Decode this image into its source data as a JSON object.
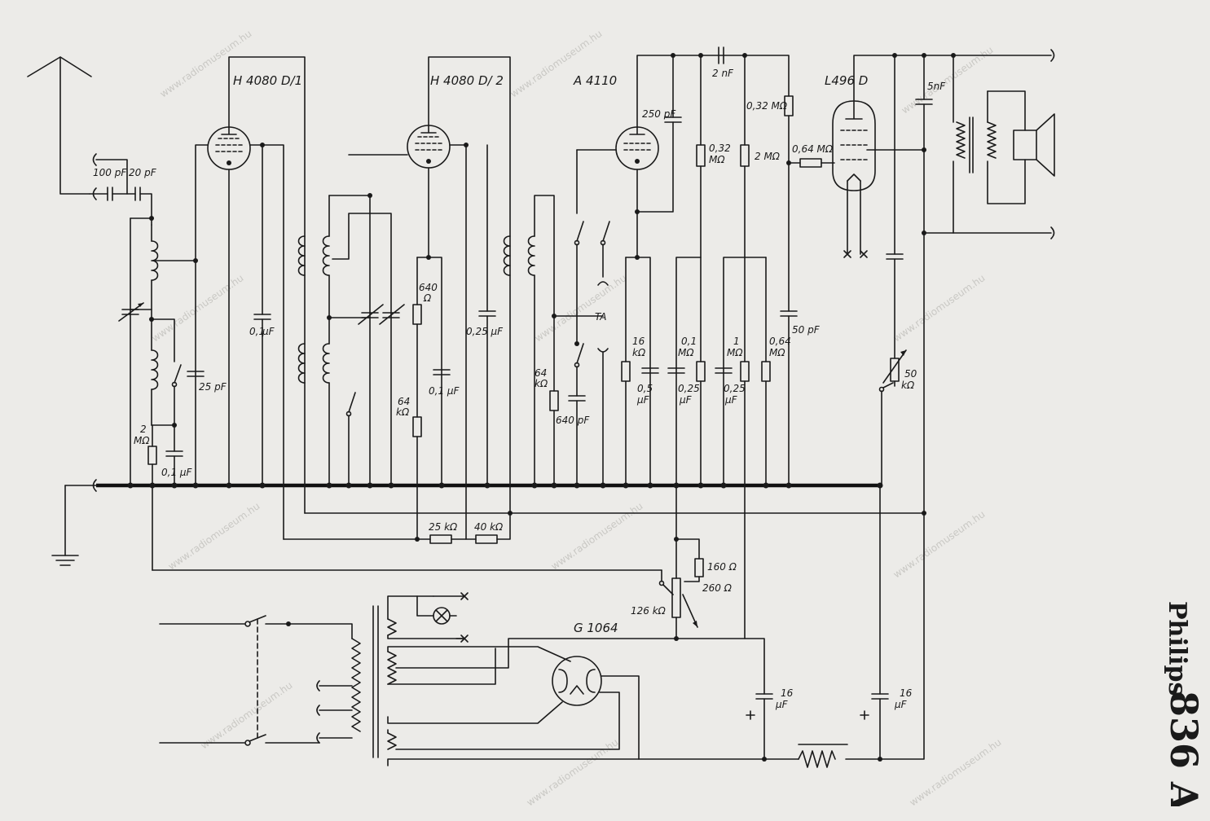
{
  "title": {
    "brand": "Philips",
    "model": "836 A"
  },
  "watermark": "www.radiomuseum.hu",
  "tubes": {
    "v1": "H 4080 D/1",
    "v2": "H 4080 D/ 2",
    "v3": "A 4110",
    "v4": "L496 D",
    "rect": "G 1064"
  },
  "labels": {
    "c100pf": "100 pF",
    "c20pf": "20 pF",
    "c25pf": "25 pF",
    "c01uf_a": "0,1 µF",
    "r2mohm_a": "2",
    "r2mohm_a_u": "MΩ",
    "c01uf_b": "0,1",
    "c01uf_b_u": "µF",
    "r640": "640",
    "r640_u": "Ω",
    "r64k_a": "64",
    "r64k_a_u": "kΩ",
    "c01uf_c": "0,1 µF",
    "c025uf_a": "0,25 µF",
    "r64k_b": "64",
    "r64k_b_u": "kΩ",
    "c640pf": "640 pF",
    "ta": "TA",
    "c250pf": "250 pF",
    "c2nf": "2 nF",
    "r032_a": "0,32 MΩ",
    "r032_b": "0,32",
    "r032_b_u": "MΩ",
    "r2mohm_b": "2 MΩ",
    "r064_a": "0,64 MΩ",
    "c5nf": "5nF",
    "r16k": "16",
    "r16k_u": "kΩ",
    "c05": "0,5",
    "c05_u": "µF",
    "r01m": "0,1",
    "r01m_u": "MΩ",
    "c025_b": "0,25",
    "c025_b_u": "µF",
    "r1m": "1",
    "r1m_u": "MΩ",
    "c025_c": "0,25",
    "c025_c_u": "µF",
    "r064_b": "0,64",
    "r064_b_u": "MΩ",
    "c50pf": "50 pF",
    "p50k": "50",
    "p50k_u": "kΩ",
    "r25k": "25 kΩ",
    "r40k": "40 kΩ",
    "r160": "160 Ω",
    "r260": "260 Ω",
    "p126k": "126 kΩ",
    "c16uf_a": "16",
    "c16uf_a_u": "µF",
    "c16uf_b": "16",
    "c16uf_b_u": "µF"
  }
}
